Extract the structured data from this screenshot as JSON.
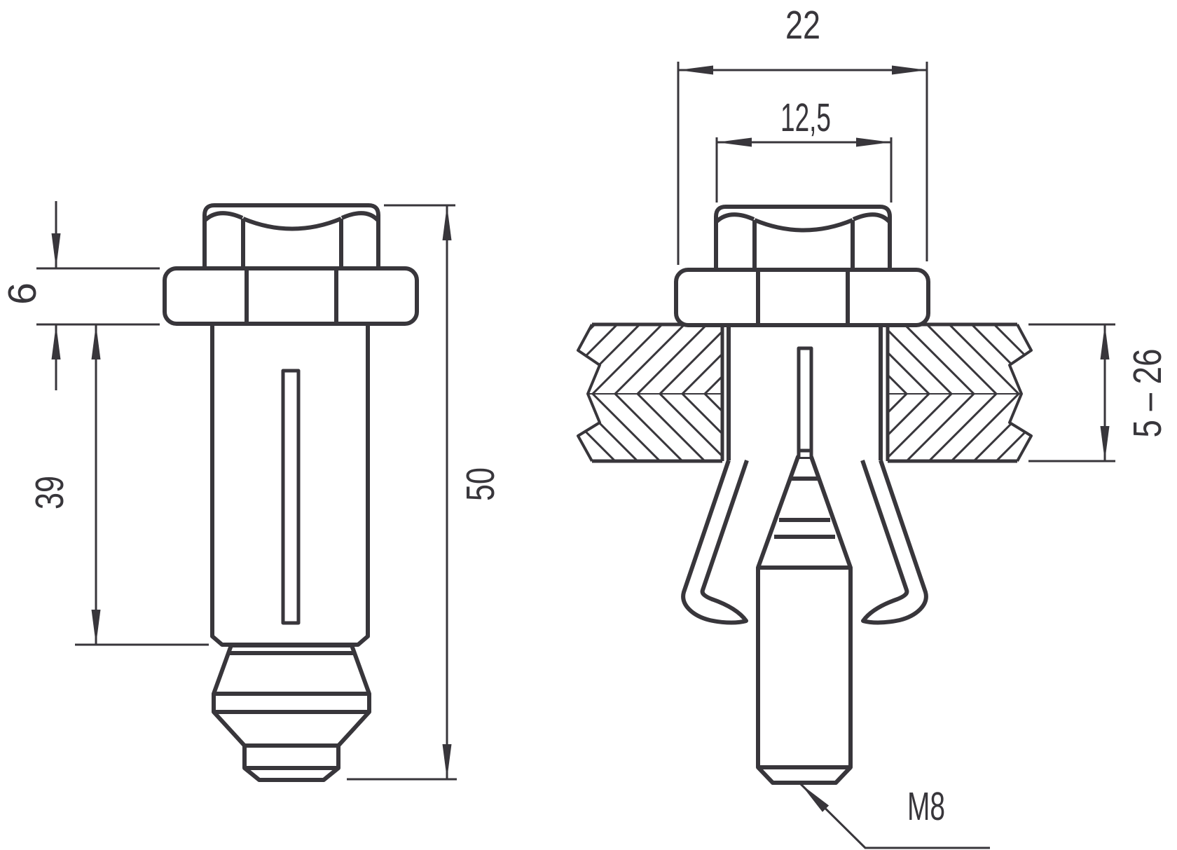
{
  "labels": {
    "dim_22": "22",
    "dim_12_5": "12,5",
    "dim_6": "6",
    "dim_39": "39",
    "dim_50": "50",
    "dim_5_26": "5 – 26",
    "dim_m8": "M8"
  },
  "colors": {
    "line": "#38363b",
    "background": "#ffffff"
  }
}
